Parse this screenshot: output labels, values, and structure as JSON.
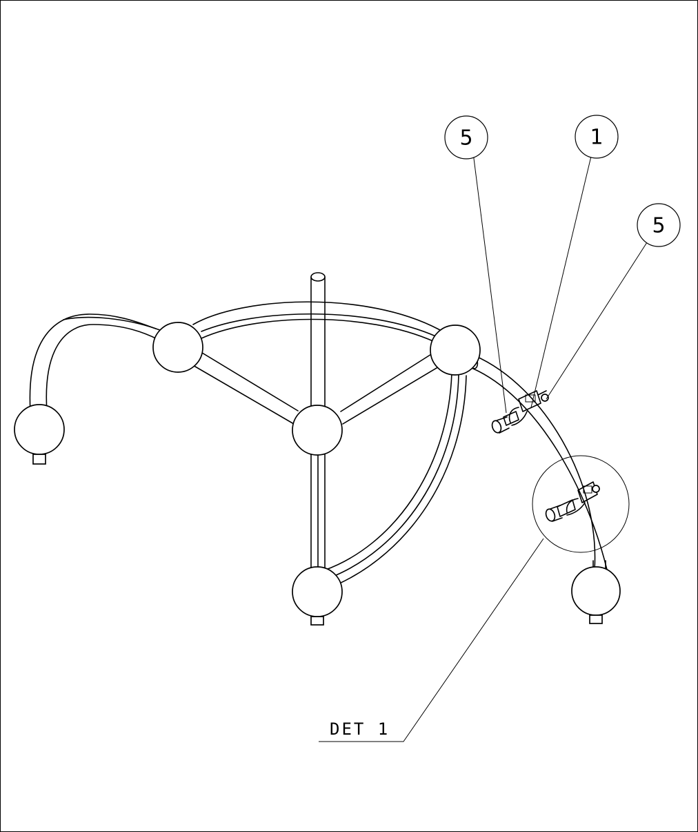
{
  "callouts": [
    {
      "label": "5"
    },
    {
      "label": "1"
    },
    {
      "label": "5"
    }
  ],
  "detail_label": "DET 1"
}
